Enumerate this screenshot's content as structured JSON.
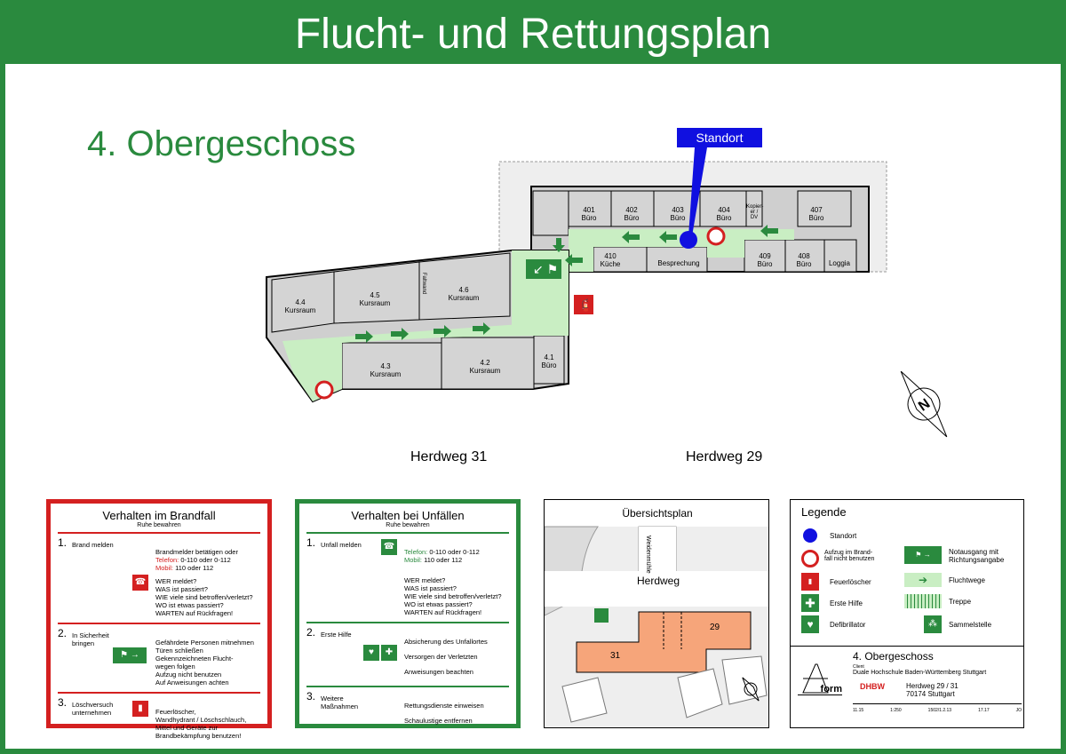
{
  "title": "Flucht- und Rettungsplan",
  "floor": "4. Obergeschoss",
  "standort": "Standort",
  "streets": {
    "left": "Herdweg 31",
    "right": "Herdweg 29"
  },
  "rooms": {
    "r401": {
      "num": "401",
      "name": "Büro"
    },
    "r402": {
      "num": "402",
      "name": "Büro"
    },
    "r403": {
      "num": "403",
      "name": "Büro"
    },
    "r404": {
      "num": "404",
      "name": "Büro"
    },
    "r407": {
      "num": "407",
      "name": "Büro"
    },
    "r410": {
      "num": "410",
      "name": "Küche"
    },
    "besprechung": "Besprechung",
    "r409": {
      "num": "409",
      "name": "Büro"
    },
    "r408": {
      "num": "408",
      "name": "Büro"
    },
    "loggia": "Loggia",
    "r44": {
      "num": "4.4",
      "name": "Kursraum"
    },
    "r45": {
      "num": "4.5",
      "name": "Kursraum"
    },
    "r46": {
      "num": "4.6",
      "name": "Kursraum"
    },
    "r43": {
      "num": "4.3",
      "name": "Kursraum"
    },
    "r42": {
      "num": "4.2",
      "name": "Kursraum"
    },
    "r41": {
      "num": "4.1",
      "name": "Büro"
    },
    "faltwand": "Faltwand",
    "kopier": "Kopier-er / DV"
  },
  "fire": {
    "title": "Verhalten im Brandfall",
    "subtitle": "Ruhe bewahren",
    "s1_num": "1.",
    "s1_head": "Brand melden",
    "s1_l1": "Brandmelder betätigen oder",
    "s1_tel_label": "Telefon:",
    "s1_tel": "0-110 oder 0-112",
    "s1_mob_label": "Mobil:",
    "s1_mob": "110 oder 112",
    "s1_q1": "WER meldet?",
    "s1_q2": "WAS ist passiert?",
    "s1_q3": "WIE viele sind betroffen/verletzt?",
    "s1_q4": "WO ist etwas passiert?",
    "s1_q5": "WARTEN auf Rückfragen!",
    "s2_num": "2.",
    "s2_head": "In Sicherheit bringen",
    "s2_l1": "Gefährdete Personen mitnehmen",
    "s2_l2": "Türen schließen",
    "s2_l3": "Gekennzeichneten Flucht-",
    "s2_l4": "wegen folgen",
    "s2_l5": "Aufzug nicht benutzen",
    "s2_l6": "Auf Anweisungen achten",
    "s3_num": "3.",
    "s3_head": "Löschversuch unternehmen",
    "s3_l1": "Feuerlöscher,",
    "s3_l2": "Wandhydrant / Löschschlauch,",
    "s3_l3": "Mittel und Geräte zur",
    "s3_l4": "Brandbekämpfung benutzen!"
  },
  "accident": {
    "title": "Verhalten bei Unfällen",
    "subtitle": "Ruhe bewahren",
    "s1_num": "1.",
    "s1_head": "Unfall melden",
    "s1_tel_label": "Telefon:",
    "s1_tel": "0-110 oder 0-112",
    "s1_mob_label": "Mobil:",
    "s1_mob": "110 oder 112",
    "s1_q1": "WER meldet?",
    "s1_q2": "WAS ist passiert?",
    "s1_q3": "WIE viele sind betroffen/verletzt?",
    "s1_q4": "WO ist etwas passiert?",
    "s1_q5": "WARTEN auf Rückfragen!",
    "s2_num": "2.",
    "s2_head": "Erste Hilfe",
    "s2_l1": "Absicherung des Unfallortes",
    "s2_l2": "Versorgen der Verletzten",
    "s2_l3": "Anweisungen beachten",
    "s3_num": "3.",
    "s3_head": "Weitere Maßnahmen",
    "s3_l1": "Rettungsdienste einweisen",
    "s3_l2": "Schaulustige entfernen"
  },
  "overview": {
    "title": "Übersichtsplan",
    "street": "Herdweg",
    "side_street": "Weidenmühle",
    "b31": "31",
    "b29": "29"
  },
  "legend": {
    "title": "Legende",
    "standort": "Standort",
    "aufzug": "Aufzug im Brand-\nfall nicht benutzen",
    "feuerloescher": "Feuerlöscher",
    "erste_hilfe": "Erste Hilfe",
    "defibrillator": "Defibrillator",
    "notausgang": "Notausgang mit\nRichtungsangabe",
    "fluchtwege": "Fluchtwege",
    "treppe": "Treppe",
    "sammelstelle": "Sammelstelle",
    "floor": "4. Obergeschoss",
    "org_label": "Client",
    "org": "Duale Hochschule Baden-Württemberg Stuttgart",
    "addr1": "Herdweg 29 / 31",
    "addr2": "70174 Stuttgart",
    "brand": "form",
    "dhbw": "DHBW",
    "c1": "11.15",
    "c2": "1:250",
    "c3": "1502/1.2.13",
    "c4": "17.17",
    "c5": "JO"
  },
  "colors": {
    "green": "#2a8a3e",
    "red": "#d42020",
    "escape_route": "#c9eec3",
    "orange_building": "#f6a57a",
    "standort_blue": "#1010e0"
  }
}
